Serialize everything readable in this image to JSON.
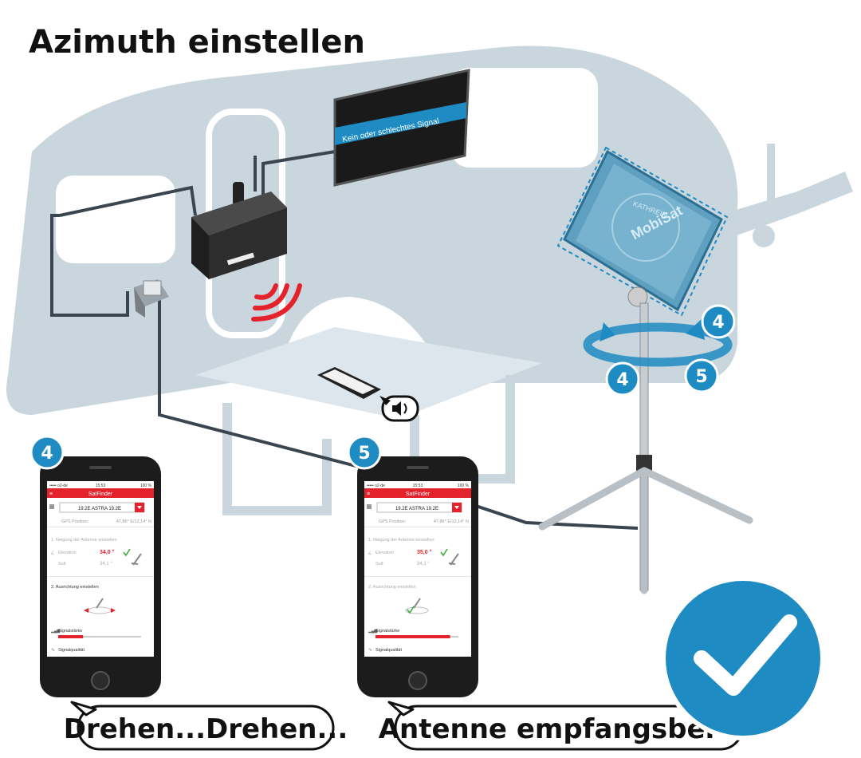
{
  "title": "Azimuth einstellen",
  "tv_message": "Kein oder schlechtes Signal",
  "antenna_logo": "MobiSat",
  "antenna_brand": "KATHREIN",
  "step_badges": [
    "4",
    "5",
    "4",
    "5"
  ],
  "phones": [
    {
      "step": "4",
      "carrier": "••••• o2-de",
      "time": "15:53",
      "battery": "100 %",
      "app_title": "SatFinder",
      "satellite": "19.2E ASTRA 19.2E",
      "gps_label": "GPS Position:",
      "gps_value": "47,86° E/12,14° N",
      "section1": "1. Neigung der Antenne einstellen",
      "elevation_label": "Elevation",
      "elevation_value": "34,0 °",
      "soll_label": "Soll:",
      "soll_value": "34,1 °",
      "section2": "2. Ausrichtung einstellen",
      "signal_strength_label": "Signalstärke",
      "signal_quality_label": "Signalqualität",
      "signal_strength": 0.3,
      "signal_quality": 0.0,
      "bubble": "Drehen...Drehen..."
    },
    {
      "step": "5",
      "carrier": "••••• o2-de",
      "time": "15:53",
      "battery": "100 %",
      "app_title": "SatFinder",
      "satellite": "19.2E ASTRA 19.2E",
      "gps_label": "GPS Position:",
      "gps_value": "47,86° E/12,14° N",
      "section1": "1. Neigung der Antenne einstellen",
      "elevation_label": "Elevation",
      "elevation_value": "35,0 °",
      "soll_label": "Soll:",
      "soll_value": "34,1 °",
      "section2": "2. Ausrichtung einstellen",
      "signal_strength_label": "Signalstärke",
      "signal_quality_label": "Signalqualität",
      "signal_strength": 0.9,
      "signal_quality": 0.0,
      "bubble": "Antenne empfangsbereit"
    }
  ],
  "colors": {
    "caravan": "#c9d6de",
    "accent_blue": "#1e8bc3",
    "app_red": "#e3222c",
    "dark": "#1a1a1a"
  }
}
